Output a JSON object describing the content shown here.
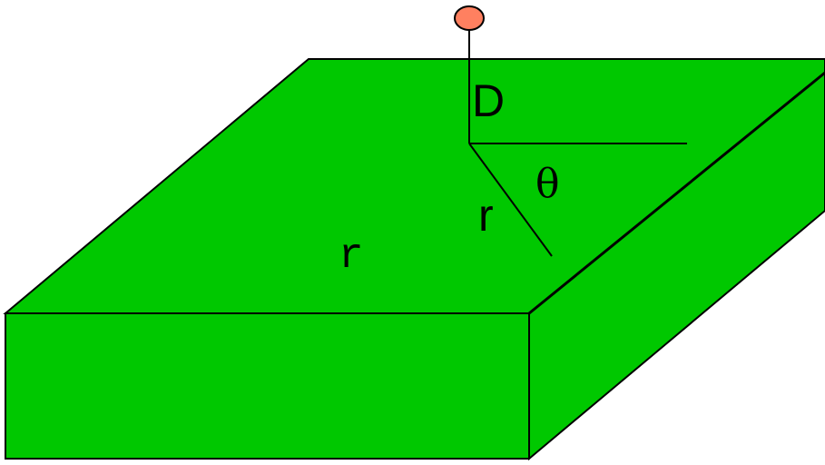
{
  "colors": {
    "slab_fill": "#00c800",
    "outline": "#000000",
    "source_fill": "#ff8060"
  },
  "labels": {
    "depth": "D",
    "angle": "θ",
    "radius": "r",
    "resistivity": "r"
  }
}
